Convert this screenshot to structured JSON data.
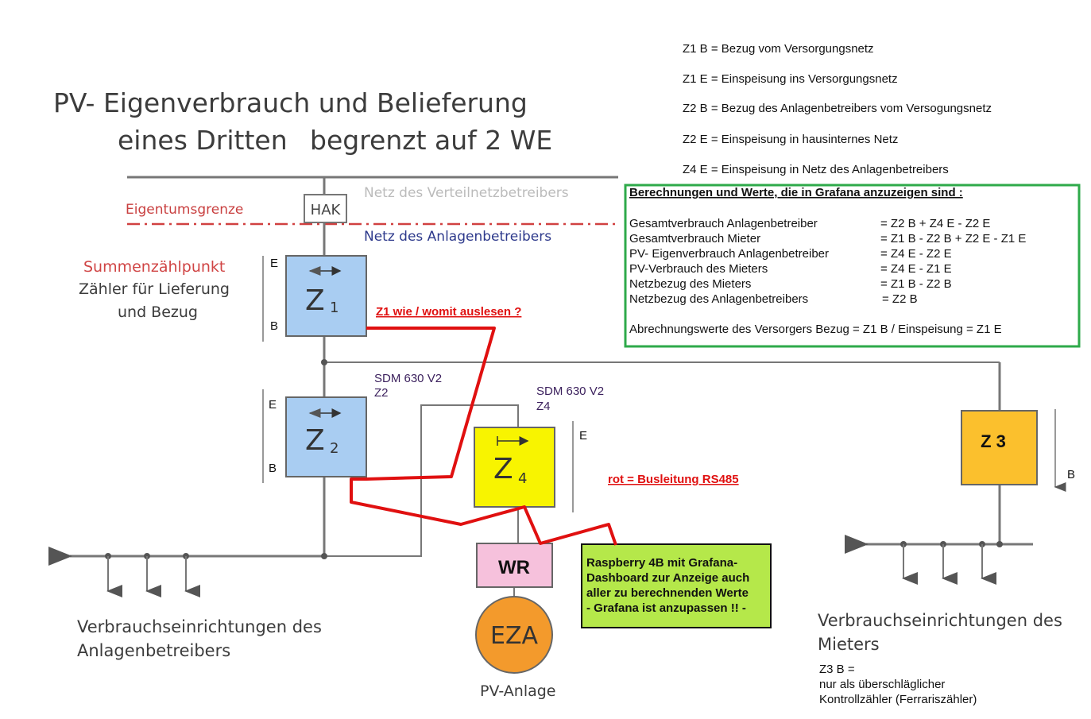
{
  "title": {
    "line1": "PV- Eigenverbrauch und Belieferung",
    "line2a": "eines Dritten",
    "line2b": "begrenzt auf 2 WE"
  },
  "legend": [
    "Z1 B = Bezug vom Versorgungsnetz",
    "Z1 E = Einspeisung ins Versorgungsnetz",
    "Z2 B = Bezug des Anlagenbetreibers vom Versogungsnetz",
    "Z2 E = Einspeisung in hausinternes Netz",
    "Z4 E = Einspeisung in Netz des Anlagenbetreibers"
  ],
  "calc_box": {
    "heading": "Berechnungen und Werte, die in Grafana anzuzeigen sind :",
    "rows": [
      {
        "label": "Gesamtverbrauch Anlagenbetreiber",
        "formula": "= Z2 B + Z4 E - Z2 E"
      },
      {
        "label": "Gesamtverbrauch Mieter",
        "formula": "= Z1 B - Z2 B + Z2 E - Z1 E"
      },
      {
        "label": "PV- Eigenverbrauch Anlagenbetreiber",
        "formula": "= Z4 E - Z2 E"
      },
      {
        "label": "PV-Verbrauch des Mieters",
        "formula": "= Z4 E - Z1 E"
      },
      {
        "label": "Netzbezug des Mieters",
        "formula": "= Z1 B - Z2 B"
      },
      {
        "label": "Netzbezug des Anlagenbetreibers",
        "formula": "= Z2 B"
      }
    ],
    "footer": "Abrechnungswerte des Versorgers Bezug = Z1 B  / Einspeisung = Z1 E"
  },
  "grid": {
    "net_upper": "Netz des Verteilnetzbetreibers",
    "ownership": "Eigentumsgrenze",
    "hak": "HAK",
    "net_lower": "Netz des Anlagenbetreibers"
  },
  "summen": {
    "title": "Summenzählpunkt",
    "line2": "Zähler für Lieferung",
    "line3": "und Bezug"
  },
  "meters": {
    "z1": {
      "main": "Z",
      "sub": "1",
      "e": "E",
      "b": "B",
      "note": "Z1  wie / womit auslesen ?"
    },
    "z2": {
      "main": "Z",
      "sub": "2",
      "e": "E",
      "b": "B",
      "model": "SDM 630 V2",
      "id": "Z2"
    },
    "z4": {
      "main": "Z",
      "sub": "4",
      "e": "E",
      "model": "SDM 630 V2",
      "id": "Z4"
    },
    "z3": {
      "label": "Z 3",
      "b": "B"
    }
  },
  "bus_note": "rot = Busleitung RS485",
  "wr": "WR",
  "eza": "EZA",
  "pv_label": "PV-Anlage",
  "raspberry": [
    "Raspberry 4B mit Grafana-",
    "Dashboard zur Anzeige auch",
    "aller zu berechnenden Werte",
    "- Grafana ist anzupassen !! -"
  ],
  "consumers_left": {
    "line1": "Verbrauchseinrichtungen des",
    "line2": "Anlagenbetreibers"
  },
  "consumers_right": {
    "line1": "Verbrauchseinrichtungen des",
    "line2": "Mieters"
  },
  "z3_note": [
    "Z3 B =",
    "nur als überschläglicher",
    "Kontrollzähler (Ferrariszähler)"
  ],
  "colors": {
    "meter_blue": "#a9cdf2",
    "meter_yellow": "#f8f400",
    "meter_orange": "#fbc02d",
    "wr_pink": "#f6c1dc",
    "eza_orange": "#f39a2c",
    "rs485_red": "#e01010",
    "box_green": "#2eaa4a",
    "rasp_green": "#b5e84a"
  }
}
